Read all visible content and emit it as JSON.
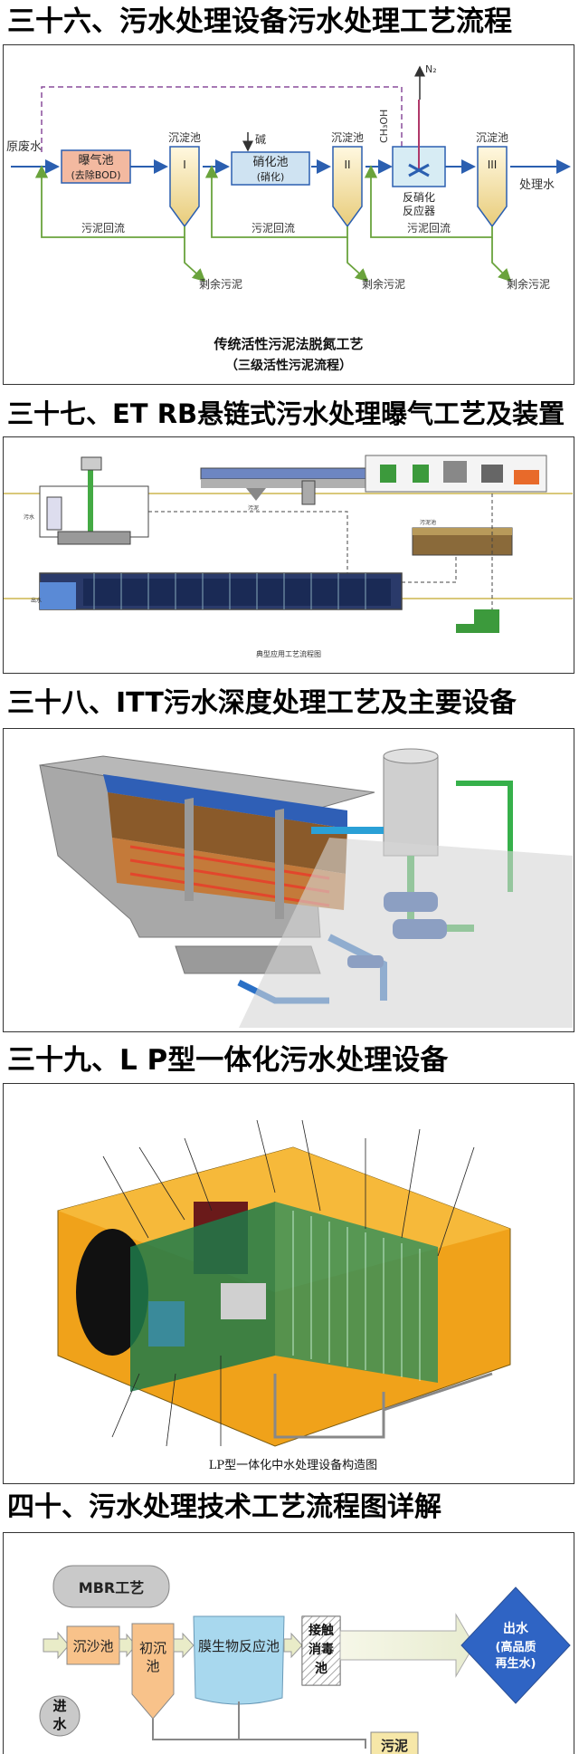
{
  "headings": {
    "h36": "三十六、污水处理设备污水处理工艺流程",
    "h37": "三十七、ET RB悬链式污水处理曝气工艺及装置",
    "h38": "三十八、ITT污水深度处理工艺及主要设备",
    "h39": "三十九、L P型一体化污水处理设备",
    "h40": "四十、污水处理技术工艺流程图详解"
  },
  "fig36": {
    "inlet": "原废水",
    "tank_aeration_1": "曝气池",
    "tank_aeration_2": "(去除BOD)",
    "settler_label": "沉淀池",
    "settler_1": "I",
    "settler_2": "II",
    "settler_3": "III",
    "alkali": "碱",
    "nitrify_1": "硝化池",
    "nitrify_2": "(硝化)",
    "methanol": "CH₃OH",
    "n2": "N₂",
    "denitr_1": "反硝化",
    "denitr_2": "反应器",
    "outlet": "处理水",
    "return_sludge": "污泥回流",
    "excess_sludge": "剩余污泥",
    "caption_1": "传统活性污泥法脱氮工艺",
    "caption_2": "（三级活性污泥流程）"
  },
  "fig37": {
    "caption": "典型应用工艺流程图"
  },
  "fig39": {
    "caption": "LP型一体化中水处理设备构造图"
  },
  "fig40": {
    "mbr": "MBR工艺",
    "grit": "沉沙池",
    "primary_1": "初沉",
    "primary_2": "池",
    "reactor": "膜生物反应池",
    "contact_1": "接触",
    "contact_2": "消毒",
    "contact_3": "池",
    "out_1": "出水",
    "out_2": "(高品质",
    "out_3": "再生水)",
    "inflow_1": "进",
    "inflow_2": "水",
    "sludge": "污泥"
  }
}
